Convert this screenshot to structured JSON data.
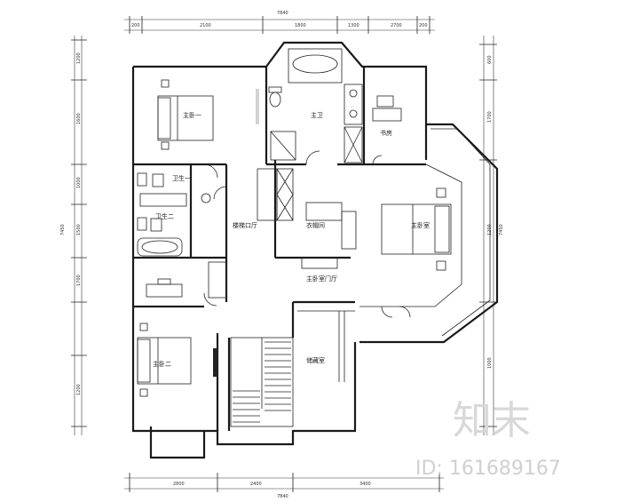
{
  "rooms": {
    "master_bedroom_1": "主卧一",
    "master_bath": "主卫",
    "study": "书房",
    "bath_1": "卫生一",
    "bath_2": "卫生二",
    "stair_hall": "楼梯口厅",
    "walk_in_closet": "衣帽间",
    "main_bedroom": "主卧室",
    "master_bedroom_2": "主卧二",
    "main_bedroom_hall": "主卧室门厅",
    "storage": "储藏室"
  },
  "dimensions": {
    "top_total": "7840",
    "top_segments": [
      "200",
      "2100",
      "1800",
      "1300",
      "2700",
      "200"
    ],
    "bottom_total": "7840",
    "bottom_segments": [
      "2800",
      "2400",
      "3400"
    ],
    "left_total": "7450",
    "left_segments": [
      "1200",
      "1600",
      "1000",
      "1500",
      "1700",
      "1200"
    ],
    "right_total": "7450",
    "right_segments": [
      "600",
      "1700",
      "1200",
      "1000"
    ]
  },
  "watermark": {
    "brand": "知末",
    "id_text": "ID: 161689167"
  }
}
